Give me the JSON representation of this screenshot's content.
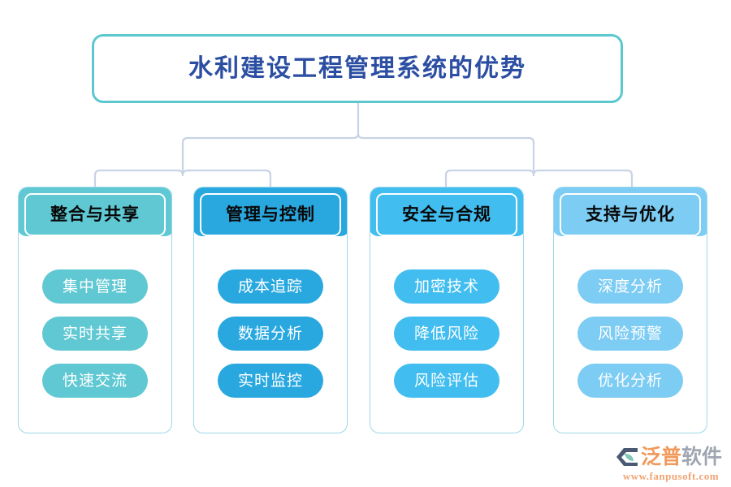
{
  "diagram": {
    "type": "tree-hierarchy",
    "title": "水利建设工程管理系统的优势",
    "title_text_color": "#2B4EA2",
    "title_border_color": "#5BC8D0",
    "connector_color": "#C9D3E6",
    "columns": [
      {
        "header": "整合与共享",
        "color": "#5FC8D2",
        "items": [
          "集中管理",
          "实时共享",
          "快速交流"
        ]
      },
      {
        "header": "管理与控制",
        "color": "#29A8E0",
        "items": [
          "成本追踪",
          "数据分析",
          "实时监控"
        ]
      },
      {
        "header": "安全与合规",
        "color": "#41BDF0",
        "items": [
          "加密技术",
          "降低风险",
          "风险评估"
        ]
      },
      {
        "header": "支持与优化",
        "color": "#7DCCF3",
        "items": [
          "深度分析",
          "风险预警",
          "优化分析"
        ]
      }
    ]
  },
  "watermark": {
    "brand_cn_primary": "泛普",
    "brand_cn_secondary": "软件",
    "url": "www.fanpusoft.com",
    "primary_color": "#F19A5B",
    "secondary_color": "#9FA6B2",
    "mark_color": "#4A5A72"
  }
}
